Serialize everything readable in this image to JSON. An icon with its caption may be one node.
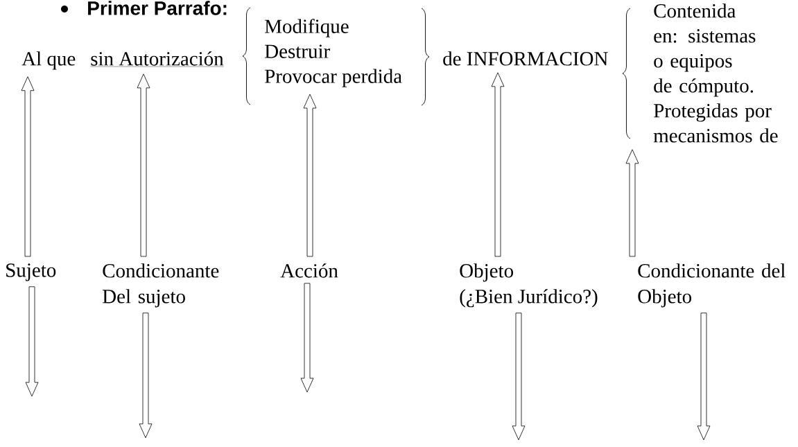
{
  "diagram": {
    "title": "Primer Parrafo:",
    "nodes": [
      {
        "text": [
          "Al que"
        ]
      },
      {
        "text": [
          "sin Autorización"
        ]
      },
      {
        "text": [
          "Modifique",
          "Destruir",
          "Provocar perdida"
        ]
      },
      {
        "text": [
          "de INFORMACION"
        ]
      },
      {
        "text": [
          "Contenida en: sistemas o equipos de cómputo. Protegidas por mecanismos de"
        ]
      },
      {
        "text": [
          "Sujeto"
        ]
      },
      {
        "text": [
          "Condicionante Del sujeto"
        ]
      },
      {
        "text": [
          "Acción"
        ]
      },
      {
        "text": [
          "Objeto",
          "(¿Bien Jurídico?)"
        ]
      },
      {
        "text": [
          "Condicionante del Objeto"
        ]
      }
    ],
    "edges": [
      {
        "from": 5,
        "to": 0,
        "arrow": "to"
      },
      {
        "from": 6,
        "to": 1,
        "arrow": "to"
      },
      {
        "from": 7,
        "to": 2,
        "arrow": "to"
      },
      {
        "from": 8,
        "to": 3,
        "arrow": "to"
      },
      {
        "from": 9,
        "to": 4,
        "arrow": "to"
      },
      {
        "from": 5,
        "to": null,
        "arrow": "to"
      },
      {
        "from": 6,
        "to": null,
        "arrow": "to"
      },
      {
        "from": 7,
        "to": null,
        "arrow": "to"
      },
      {
        "from": 8,
        "to": null,
        "arrow": "to"
      },
      {
        "from": 9,
        "to": null,
        "arrow": "to"
      }
    ]
  }
}
